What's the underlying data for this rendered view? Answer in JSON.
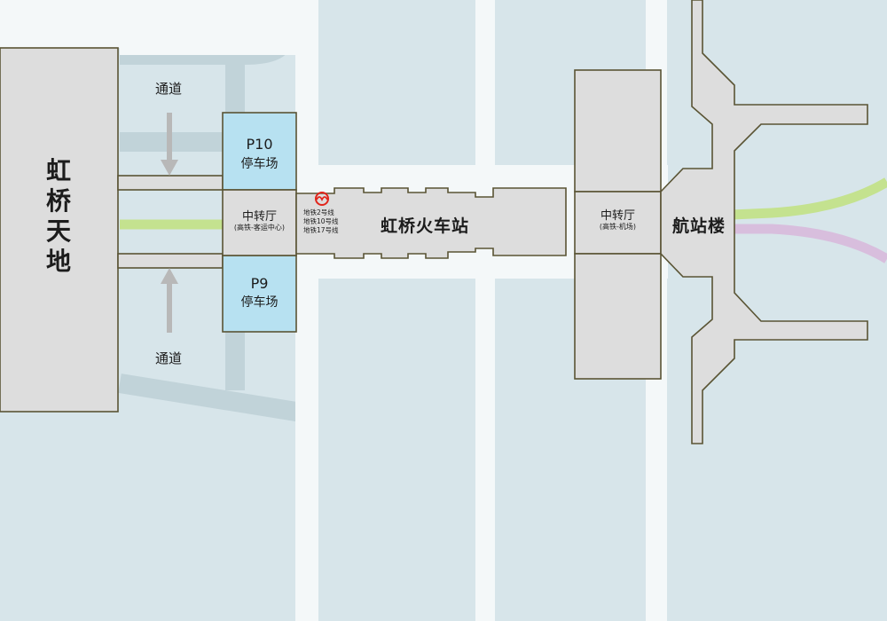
{
  "colors": {
    "background": "#d7e5ea",
    "road_white": "#f4f8f9",
    "road_grey": "#c1d3d9",
    "building_fill": "#dddddd",
    "building_stroke": "#5a5434",
    "parking_fill": "#b7e1f1",
    "line_green": "#c4e28f",
    "line_purple": "#d8bedd",
    "metro_logo": "#e1251b"
  },
  "labels": {
    "hongqiao_tiandi": [
      "虹",
      "桥",
      "天",
      "地"
    ],
    "passage_top": "通道",
    "passage_bottom": "通道",
    "p10_code": "P10",
    "p10_name": "停车场",
    "p9_code": "P9",
    "p9_name": "停车场",
    "transfer_west_title": "中转厅",
    "transfer_west_sub": "(高铁-客运中心)",
    "metro_lines": [
      "地铁2号线",
      "地铁10号线",
      "地铁17号线"
    ],
    "railway_station": "虹桥火车站",
    "transfer_east_title": "中转厅",
    "transfer_east_sub": "(高铁-机场)",
    "terminal": "航站楼"
  },
  "icons": {
    "metro": "shanghai-metro-logo",
    "arrow_down": "arrow-down-icon",
    "arrow_up": "arrow-up-icon"
  }
}
